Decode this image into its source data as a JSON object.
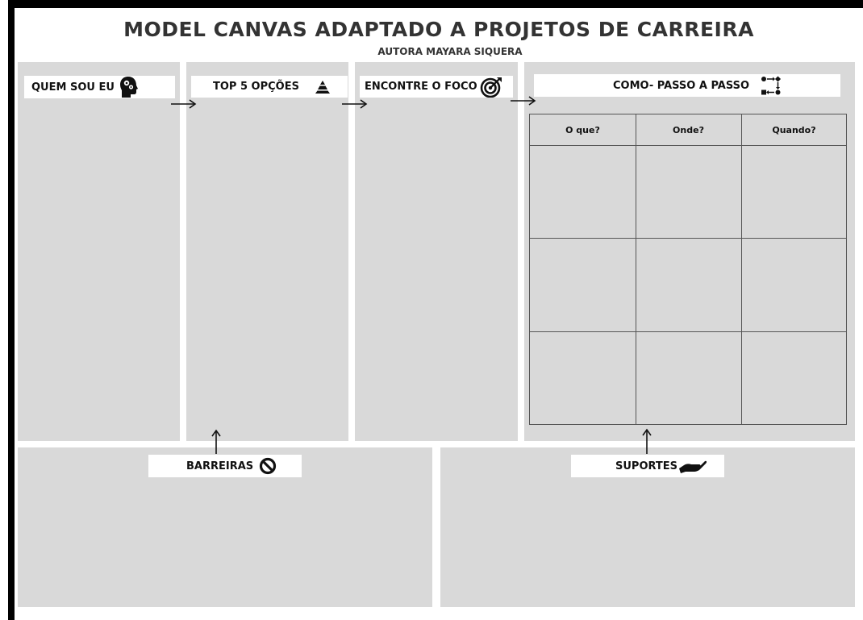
{
  "header": {
    "title": "MODEL CANVAS ADAPTADO A PROJETOS DE CARREIRA",
    "subtitle": "AUTORA MAYARA SIQUERA"
  },
  "panels": {
    "quem_sou_eu": {
      "label": "QUEM SOU EU",
      "icon": "head-gears-icon"
    },
    "top5": {
      "label": "TOP 5 OPÇÕES",
      "icon": "pyramid-icon"
    },
    "foco": {
      "label": "ENCONTRE O FOCO",
      "icon": "target-icon"
    },
    "como": {
      "label": "COMO- PASSO A PASSO",
      "icon": "flow-steps-icon"
    },
    "barreiras": {
      "label": "BARREIRAS",
      "icon": "prohibited-icon"
    },
    "suportes": {
      "label": "SUPORTES",
      "icon": "support-hand-icon"
    }
  },
  "table": {
    "headers": [
      "O que?",
      "Onde?",
      "Quando?"
    ],
    "body_rows": 3
  },
  "colors": {
    "panel": "#d9d9d9",
    "frame": "#000000",
    "title": "#333333"
  }
}
